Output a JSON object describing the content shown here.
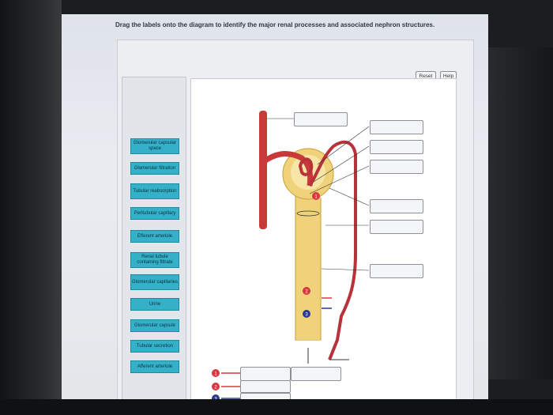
{
  "instruction": "Drag the labels onto the diagram to identify the major renal processes and associated nephron structures.",
  "buttons": {
    "reset": "Reset",
    "help": "Help"
  },
  "labels": [
    "Glomerular capsular space",
    "Glomerular filtration",
    "Tubular reabsorption",
    "Peritubular capillary",
    "Efferent arteriole",
    "Renal tubule containing filtrate",
    "Glomerular capillaries",
    "Urine",
    "Glomerular capsule",
    "Tubular secretion",
    "Afferent arteriole"
  ],
  "markers": {
    "m1": "1",
    "m2": "2",
    "m3": "3"
  },
  "colors": {
    "label_bg": "#34b0c9",
    "vessel": "#c8393a",
    "tubule": "#f0d27a",
    "marker_red": "#d8383e",
    "marker_blue": "#2c3b8f"
  }
}
